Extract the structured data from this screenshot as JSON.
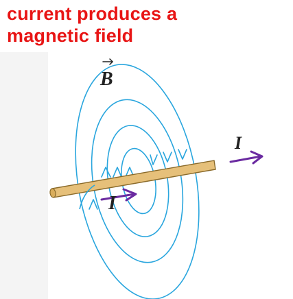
{
  "title": {
    "line1": "current produces a",
    "line2": "magnetic field"
  },
  "labels": {
    "field": "B",
    "current_inline": "I",
    "current_right": "I"
  },
  "icons": {
    "field_vector_arrow": "vector-arrow-icon",
    "current_direction_arrow": "right-arrow-icon"
  },
  "colors": {
    "title": "#e81515",
    "field_lines": "#2aa6de",
    "wire_fill": "#e6c07a",
    "wire_stroke": "#8a6a2a",
    "current_arrow": "#6a2aa0",
    "text": "#222222",
    "background_panel": "#f4f4f4"
  }
}
